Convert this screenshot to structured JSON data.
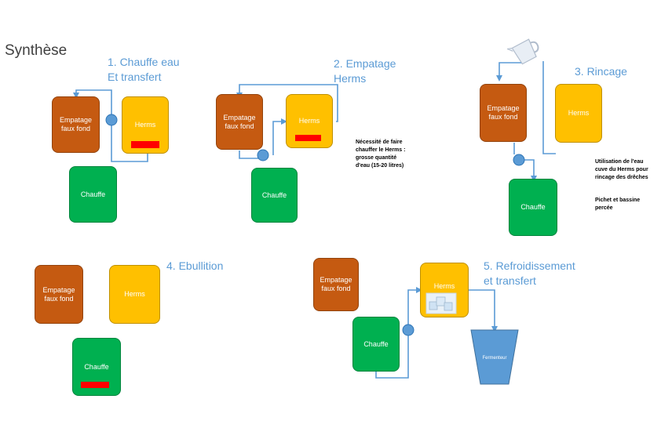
{
  "title": "Synthèse",
  "steps": {
    "s1": "1. Chauffe eau\nEt transfert",
    "s2": "2. Empatage\nHerms",
    "s3": "3. Rincage",
    "s4": "4. Ebullition",
    "s5": "5. Refroidissement\net transfert"
  },
  "labels": {
    "mash": "Empatage\nfaux fond",
    "herms": "Herms",
    "boil": "Chauffe",
    "fermenter": "Fermenteur"
  },
  "notes": {
    "n2": "Nécessité de faire\nchauffer le Herms :\ngrosse quantité\nd'eau (15-20 litres)",
    "n3a": "Utilisation de l'eau\ncuve du Herms pour\nrincage des drêches",
    "n3b": "Pichet et bassine\npercée"
  },
  "colors": {
    "mash": "#c55a11",
    "herms": "#ffc000",
    "boil": "#00b050",
    "pipe": "#5b9bd5",
    "heater": "#ff0000"
  }
}
